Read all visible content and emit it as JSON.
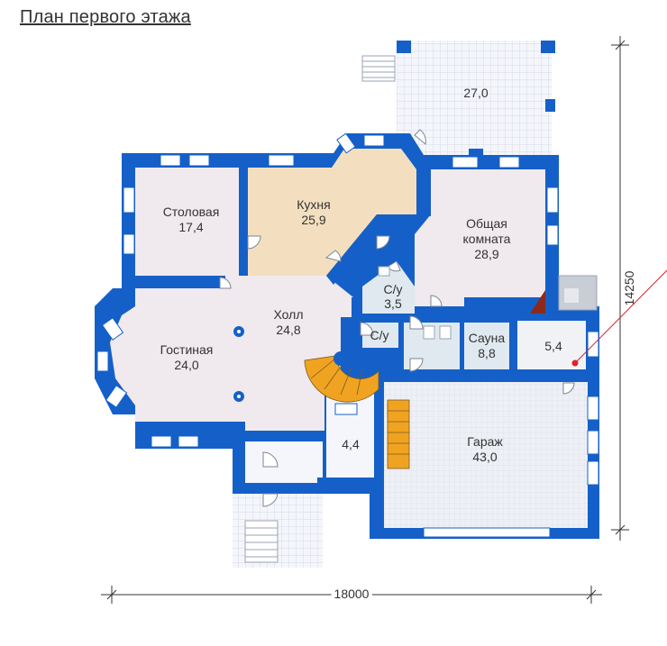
{
  "title": "План первого этажа",
  "colors": {
    "wall": "#1560c8",
    "wall_dark": "#0e4fb0",
    "floor": "#eef0f6",
    "kitchen_floor": "#f3dfbf",
    "room_tint": "#f0e9ee",
    "utility_floor": "#dfe9ef",
    "tile_grid": "#d6dbe6",
    "stairs": "#f0a321",
    "fireplace": "#8a2a1a",
    "marker": "#e0202a"
  },
  "rooms": [
    {
      "name": "Столовая",
      "area": "17,4"
    },
    {
      "name": "Кухня",
      "area": "25,9"
    },
    {
      "name": "Общая комната",
      "name_line1": "Общая",
      "name_line2": "комната",
      "area": "28,9"
    },
    {
      "name": "С/у",
      "area": "3,5"
    },
    {
      "name": "Холл",
      "area": "24,8"
    },
    {
      "name": "Гостиная",
      "area": "24,0"
    },
    {
      "name": "С/у",
      "area": ""
    },
    {
      "name": "Сауна",
      "area": "8,8"
    },
    {
      "name": "",
      "area": "5,4"
    },
    {
      "name": "",
      "area": "4,4"
    },
    {
      "name": "Гараж",
      "area": "43,0"
    },
    {
      "name": "",
      "area": "27,0"
    }
  ],
  "dimensions": {
    "width": "18000",
    "depth": "14250"
  }
}
